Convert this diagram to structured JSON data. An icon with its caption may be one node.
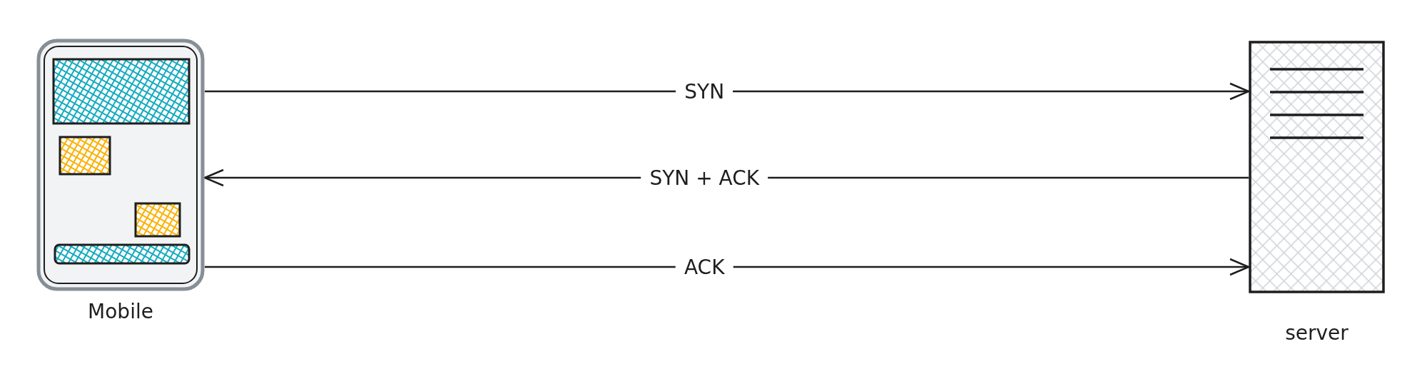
{
  "diagram": {
    "nodes": [
      {
        "text": [
          "Mobile"
        ]
      },
      {
        "text": [
          "server"
        ]
      }
    ],
    "edges": [
      {
        "from": 0,
        "to": 1,
        "arrow": "to",
        "label": "SYN"
      },
      {
        "from": 1,
        "to": 0,
        "arrow": "to",
        "label": "SYN + ACK"
      },
      {
        "from": 0,
        "to": 1,
        "arrow": "to",
        "label": "ACK"
      }
    ]
  }
}
